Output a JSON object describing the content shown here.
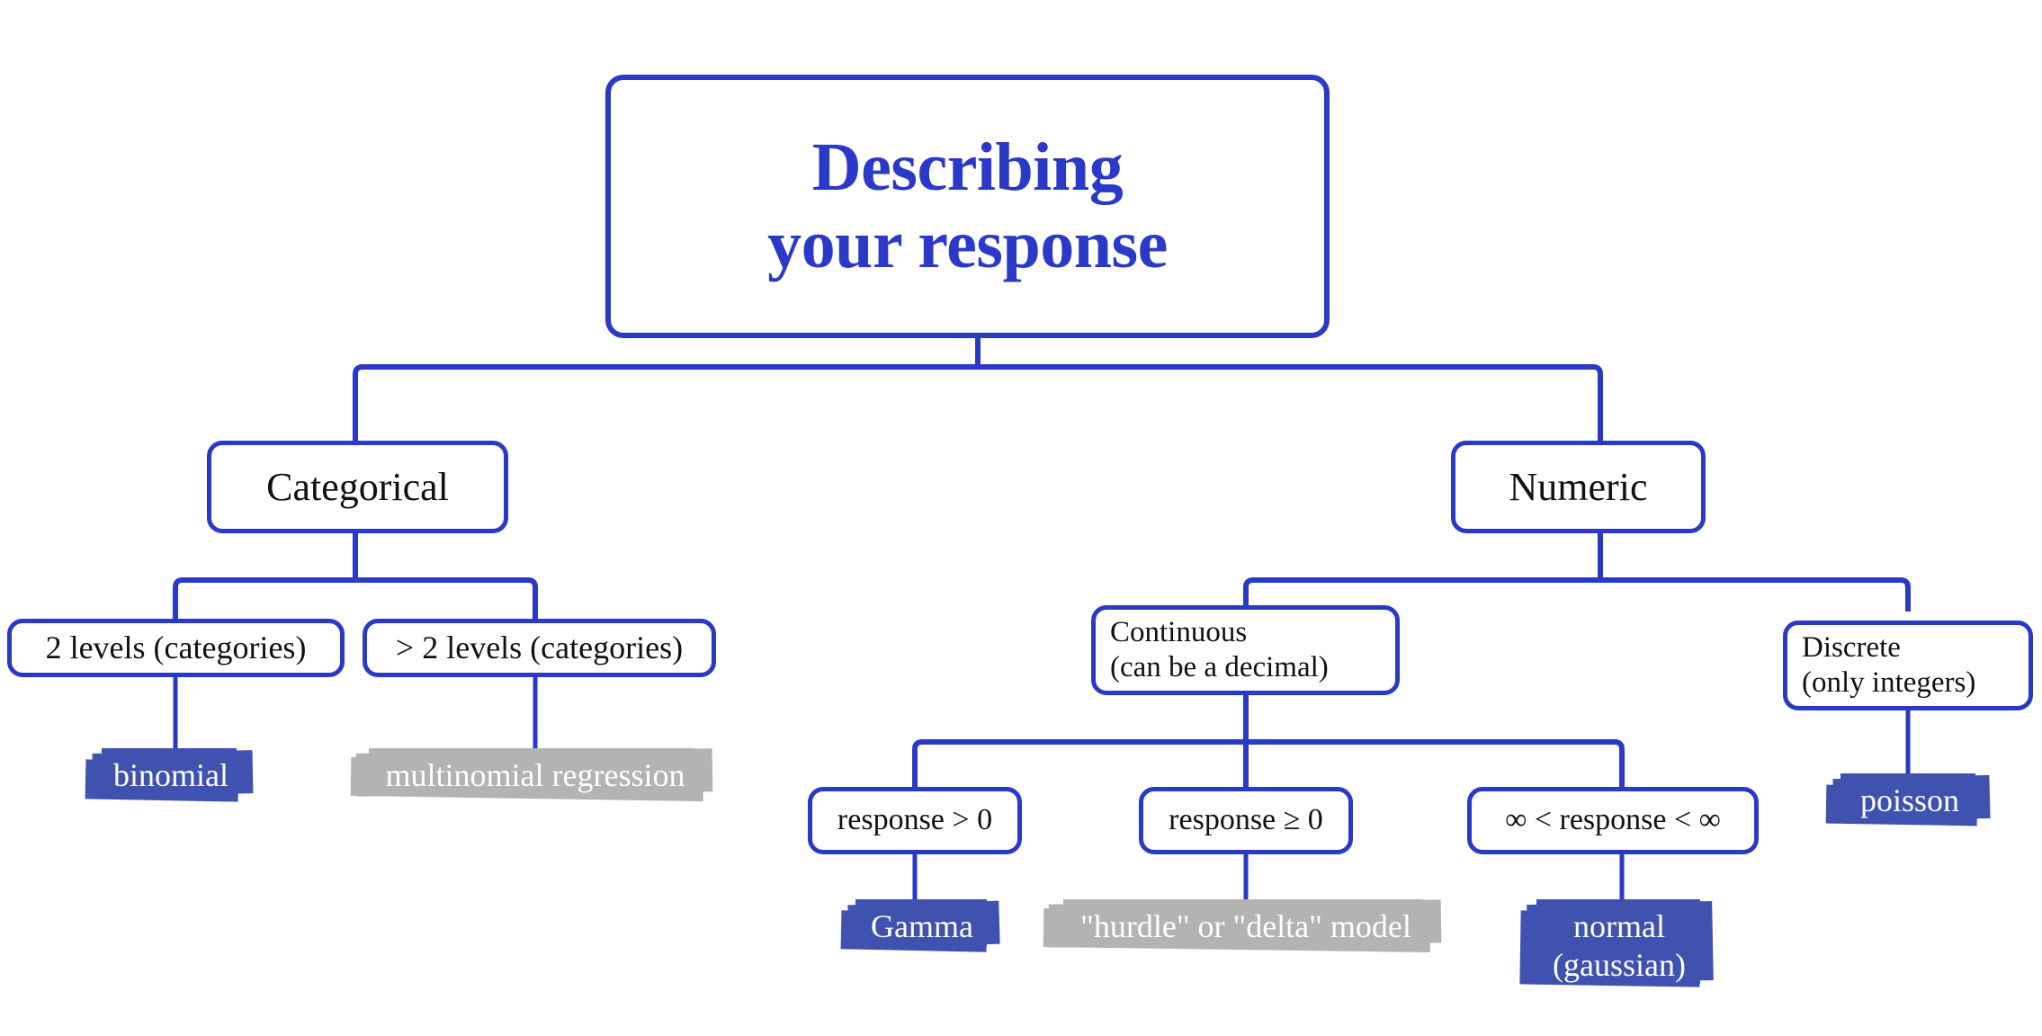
{
  "colors": {
    "line": "#2b39c9",
    "node_border": "#2b39c9",
    "node_text": "#111111",
    "title_text": "#2b39c9",
    "highlight_blue": "#4052b0",
    "highlight_gray": "#b3b3b3",
    "highlight_text": "#ffffff",
    "background": "#ffffff"
  },
  "diagram": {
    "title": "Describing\nyour response",
    "nodes": {
      "root": "Describing\nyour response",
      "categorical": "Categorical",
      "numeric": "Numeric",
      "two_levels": "2 levels (categories)",
      "more_levels": "> 2 levels (categories)",
      "continuous": "Continuous\n(can be a decimal)",
      "discrete": "Discrete\n(only integers)",
      "resp_gt0": "response > 0",
      "resp_ge0": "response ≥ 0",
      "resp_inf": "∞ < response < ∞"
    },
    "leaves": {
      "binomial": "binomial",
      "multinomial": "multinomial regression",
      "gamma": "Gamma",
      "hurdle": "\"hurdle\" or \"delta\" model",
      "normal": "normal\n(gaussian)",
      "poisson": "poisson"
    }
  }
}
